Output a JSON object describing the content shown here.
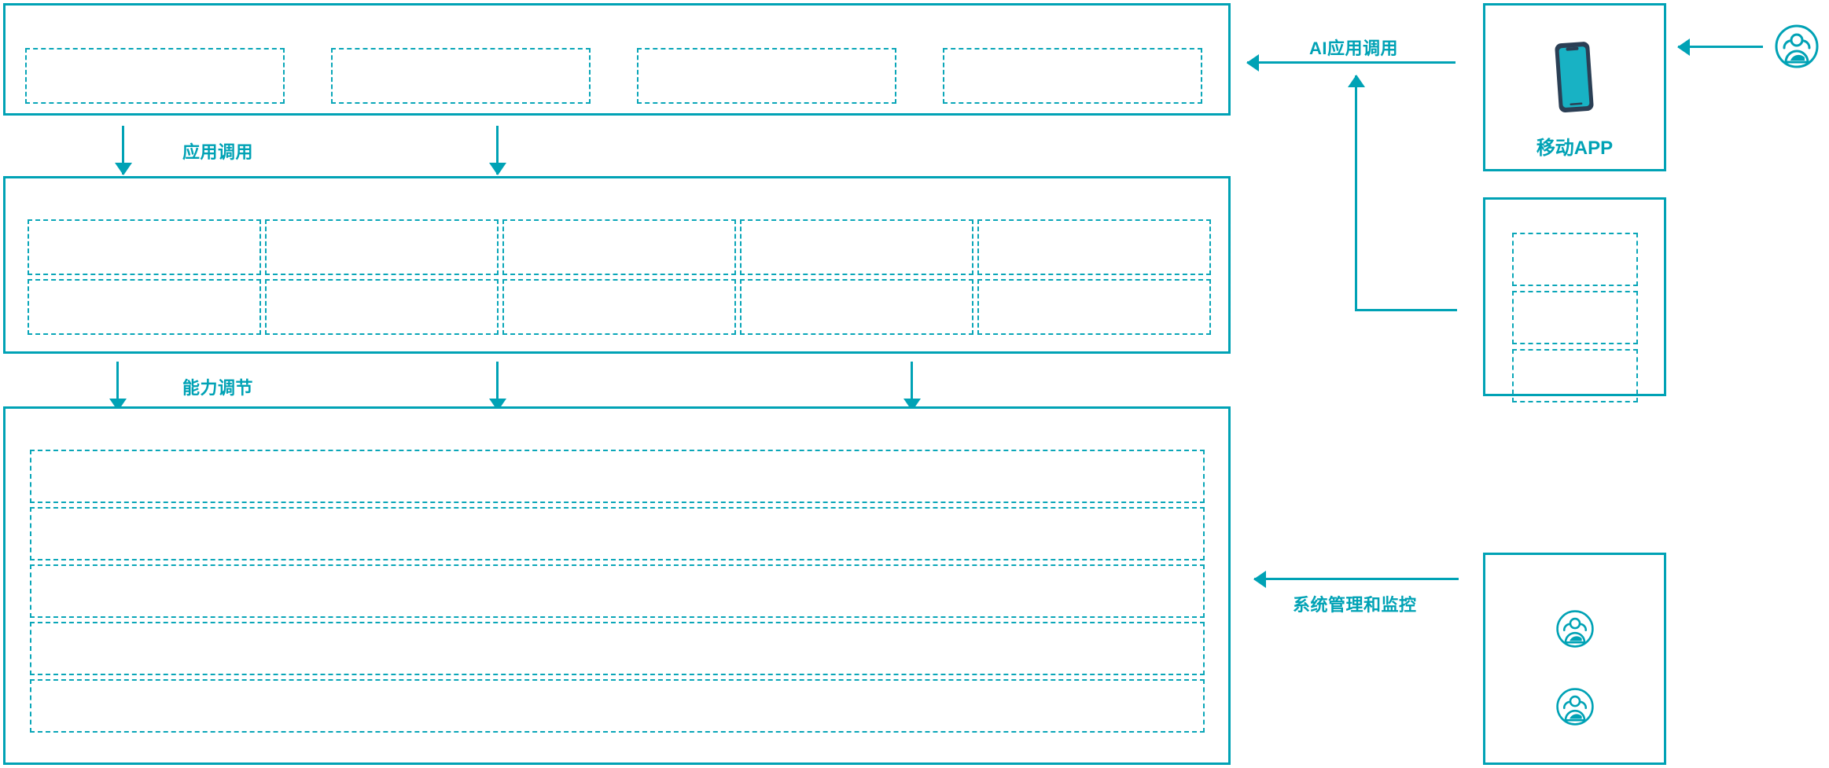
{
  "theme": {
    "accent": "#00a2b5",
    "dash": "#0aa6b8",
    "phone_body": "#2b3f55",
    "phone_screen": "#18b2c4",
    "background": "#ffffff"
  },
  "diagram": {
    "title": "",
    "layers": [
      {
        "id": "application-layer",
        "name": "application-layer",
        "slots": [
          {
            "id": "app-slot-1",
            "label": ""
          },
          {
            "id": "app-slot-2",
            "label": ""
          },
          {
            "id": "app-slot-3",
            "label": ""
          },
          {
            "id": "app-slot-4",
            "label": ""
          }
        ]
      },
      {
        "id": "capability-layer",
        "name": "capability-layer",
        "slots": [
          {
            "id": "cap-slot-r1c1",
            "label": ""
          },
          {
            "id": "cap-slot-r1c2",
            "label": ""
          },
          {
            "id": "cap-slot-r1c3",
            "label": ""
          },
          {
            "id": "cap-slot-r1c4",
            "label": ""
          },
          {
            "id": "cap-slot-r1c5",
            "label": ""
          },
          {
            "id": "cap-slot-r2c1",
            "label": ""
          },
          {
            "id": "cap-slot-r2c2",
            "label": ""
          },
          {
            "id": "cap-slot-r2c3",
            "label": ""
          },
          {
            "id": "cap-slot-r2c4",
            "label": ""
          },
          {
            "id": "cap-slot-r2c5",
            "label": ""
          }
        ]
      },
      {
        "id": "platform-layer",
        "name": "platform-layer",
        "slots": [
          {
            "id": "plat-bar-1",
            "label": ""
          },
          {
            "id": "plat-bar-2",
            "label": ""
          },
          {
            "id": "plat-bar-3",
            "label": ""
          },
          {
            "id": "plat-bar-4",
            "label": ""
          },
          {
            "id": "plat-bar-5",
            "label": ""
          }
        ]
      }
    ],
    "flows": [
      {
        "id": "flow-app-call",
        "label": "应用调用",
        "direction": "down"
      },
      {
        "id": "flow-capability-tune",
        "label": "能力调节",
        "direction": "down"
      },
      {
        "id": "flow-ai-app-call",
        "label": "AI应用调用",
        "direction": "left"
      },
      {
        "id": "flow-sys-admin",
        "label": "系统管理和监控",
        "direction": "left"
      }
    ],
    "side_panels": [
      {
        "id": "mobile-app-panel",
        "caption": "移动APP",
        "icon": "phone-icon",
        "slots": []
      },
      {
        "id": "channel-panel",
        "caption": "",
        "icon": "",
        "slots": [
          {
            "id": "channel-slot-1",
            "label": ""
          },
          {
            "id": "channel-slot-2",
            "label": ""
          },
          {
            "id": "channel-slot-3",
            "label": ""
          }
        ]
      },
      {
        "id": "operations-panel",
        "caption": "",
        "icon": "users-icon",
        "slots": [
          {
            "id": "ops-user-1",
            "label": ""
          },
          {
            "id": "ops-user-2",
            "label": ""
          }
        ]
      }
    ],
    "actors": [
      {
        "id": "external-user",
        "icon": "users-icon",
        "label": ""
      }
    ]
  }
}
